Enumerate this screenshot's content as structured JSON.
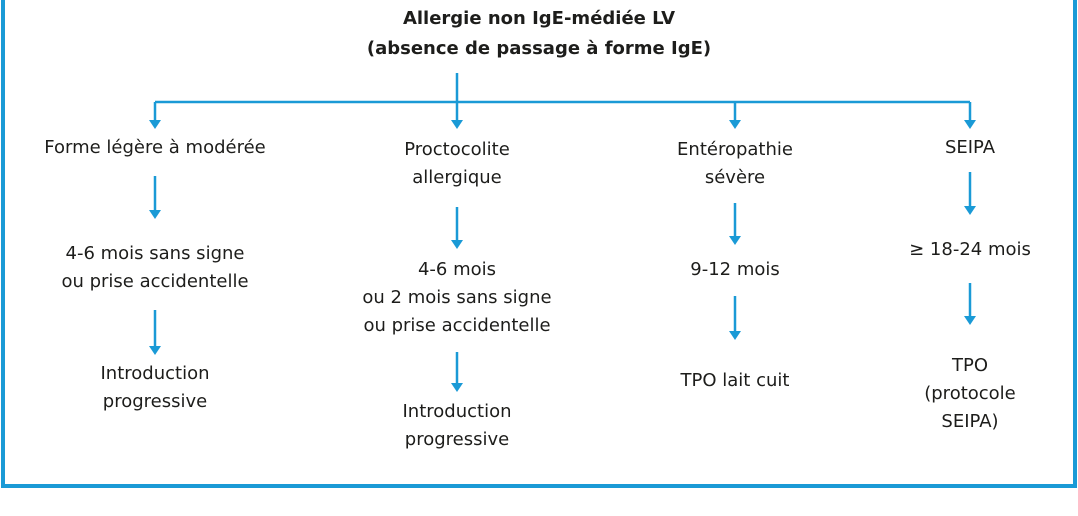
{
  "colors": {
    "accent": "#1a9ad6",
    "text": "#1d1d1b",
    "background": "#ffffff"
  },
  "title": {
    "line1": "Allergie non IgE-médiée LV",
    "line2": "(absence de passage à forme IgE)"
  },
  "branches": [
    {
      "label": [
        "Forme légère à modérée"
      ],
      "delay": [
        "4-6 mois sans signe",
        "ou prise accidentelle"
      ],
      "outcome": [
        "Introduction",
        "progressive"
      ]
    },
    {
      "label": [
        "Proctocolite",
        "allergique"
      ],
      "delay": [
        "4-6 mois",
        "ou 2 mois sans signe",
        "ou prise accidentelle"
      ],
      "outcome": [
        "Introduction",
        "progressive"
      ]
    },
    {
      "label": [
        "Entéropathie",
        "sévère"
      ],
      "delay": [
        "9-12 mois"
      ],
      "outcome": [
        "TPO lait cuit"
      ]
    },
    {
      "label": [
        "SEIPA"
      ],
      "delay": [
        "≥ 18-24 mois"
      ],
      "outcome": [
        "TPO",
        "(protocole",
        "SEIPA)"
      ]
    }
  ]
}
